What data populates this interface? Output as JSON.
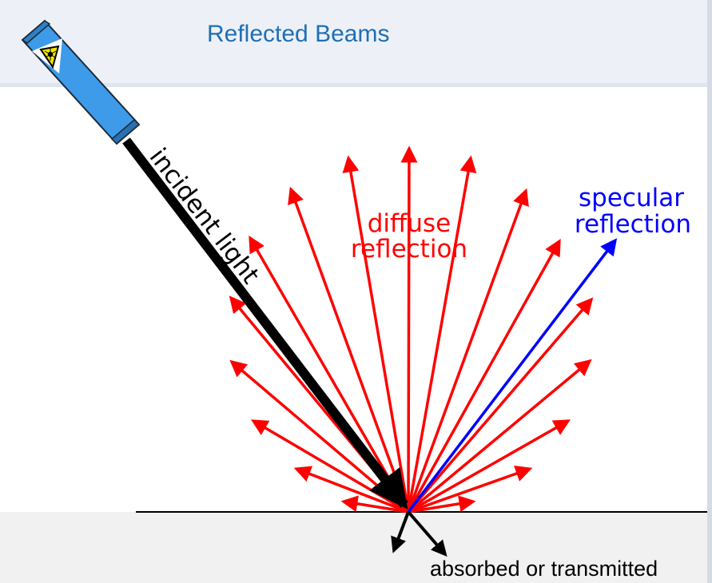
{
  "title": "Reflected Beams",
  "labels": {
    "incident": "incident light",
    "diffuse_line1": "diffuse",
    "diffuse_line2": "reflection",
    "specular_line1": "specular",
    "specular_line2": "reflection",
    "absorbed": "absorbed or transmitted"
  },
  "icons": {
    "laser": "laser-warning-icon"
  },
  "colors": {
    "diffuse": "#ff0000",
    "specular": "#0000ff",
    "incident": "#000000",
    "laser_body": "#3d9be9",
    "title": "#1f6fb5"
  }
}
